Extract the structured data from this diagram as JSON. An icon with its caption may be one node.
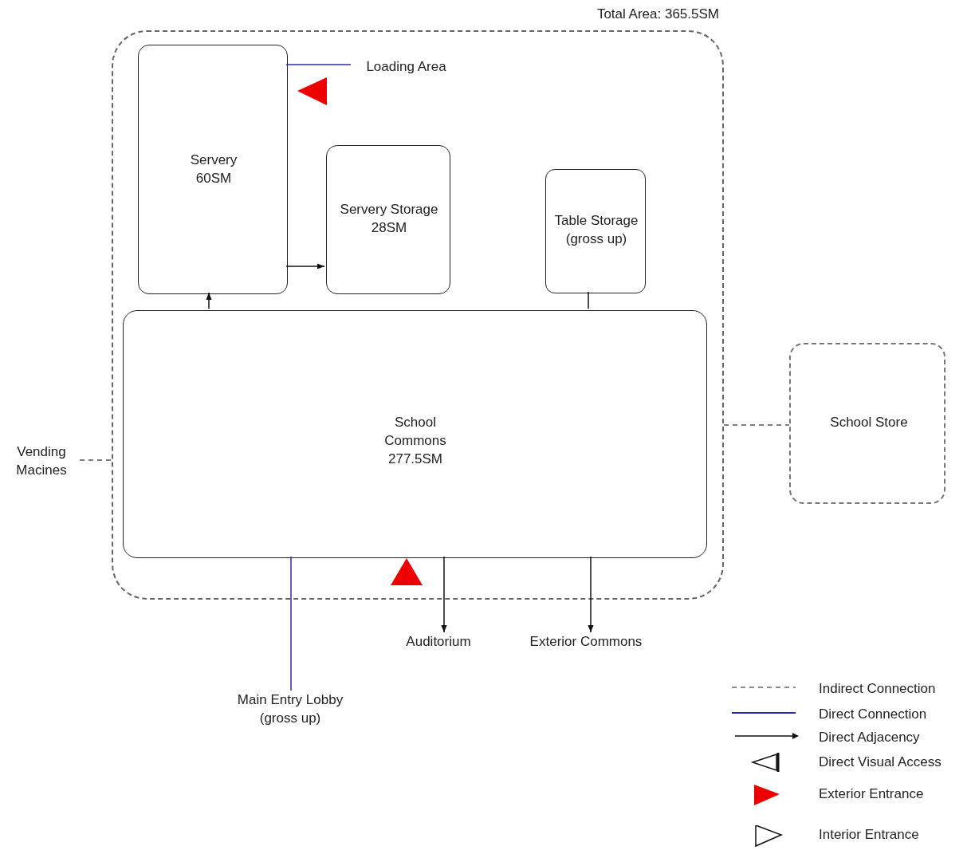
{
  "diagram": {
    "nodes": [
      {
        "text": [
          "Total Area: 365.5SM"
        ]
      },
      {
        "text": [
          "Servery 60SM"
        ],
        "in": 0
      },
      {
        "text": [
          "Servery Storage 28SM"
        ],
        "in": 0
      },
      {
        "text": [
          "Table Storage (gross up)"
        ],
        "in": 0
      },
      {
        "text": [
          "School Commons 277.5SM"
        ],
        "in": 0
      },
      {
        "text": [
          "School Store"
        ]
      },
      {
        "text": [
          "Loading Area"
        ],
        "in": 0
      },
      {
        "text": [
          "Vending Macines"
        ]
      },
      {
        "text": [
          "Auditorium"
        ]
      },
      {
        "text": [
          "Exterior Commons"
        ]
      },
      {
        "text": [
          "Main Entry Lobby (gross up)"
        ]
      }
    ],
    "edges": [
      {
        "from": 1,
        "to": 6,
        "arrow": "none",
        "color": "#2a2ab0"
      },
      {
        "from": 1,
        "to": 2,
        "arrow": "to"
      },
      {
        "from": 4,
        "to": 1,
        "arrow": "to"
      },
      {
        "from": 3,
        "to": 4,
        "arrow": "none"
      },
      {
        "from": 0,
        "to": 5,
        "arrow": "none",
        "style": "dashed",
        "color": "#555555"
      },
      {
        "from": 7,
        "to": 0,
        "arrow": "none",
        "style": "dashed",
        "color": "#555555"
      },
      {
        "from": 4,
        "to": 8,
        "arrow": "to"
      },
      {
        "from": 4,
        "to": 9,
        "arrow": "to"
      },
      {
        "from": 4,
        "to": 10,
        "arrow": "none",
        "color": "#2a2ab0"
      }
    ],
    "legend": [
      {
        "text": "Indirect Connection"
      },
      {
        "text": "Direct Connection"
      },
      {
        "text": "Direct Adjacency"
      },
      {
        "text": "Direct Visual Access"
      },
      {
        "text": "Exterior Entrance"
      },
      {
        "text": "Interior Entrance"
      }
    ]
  }
}
